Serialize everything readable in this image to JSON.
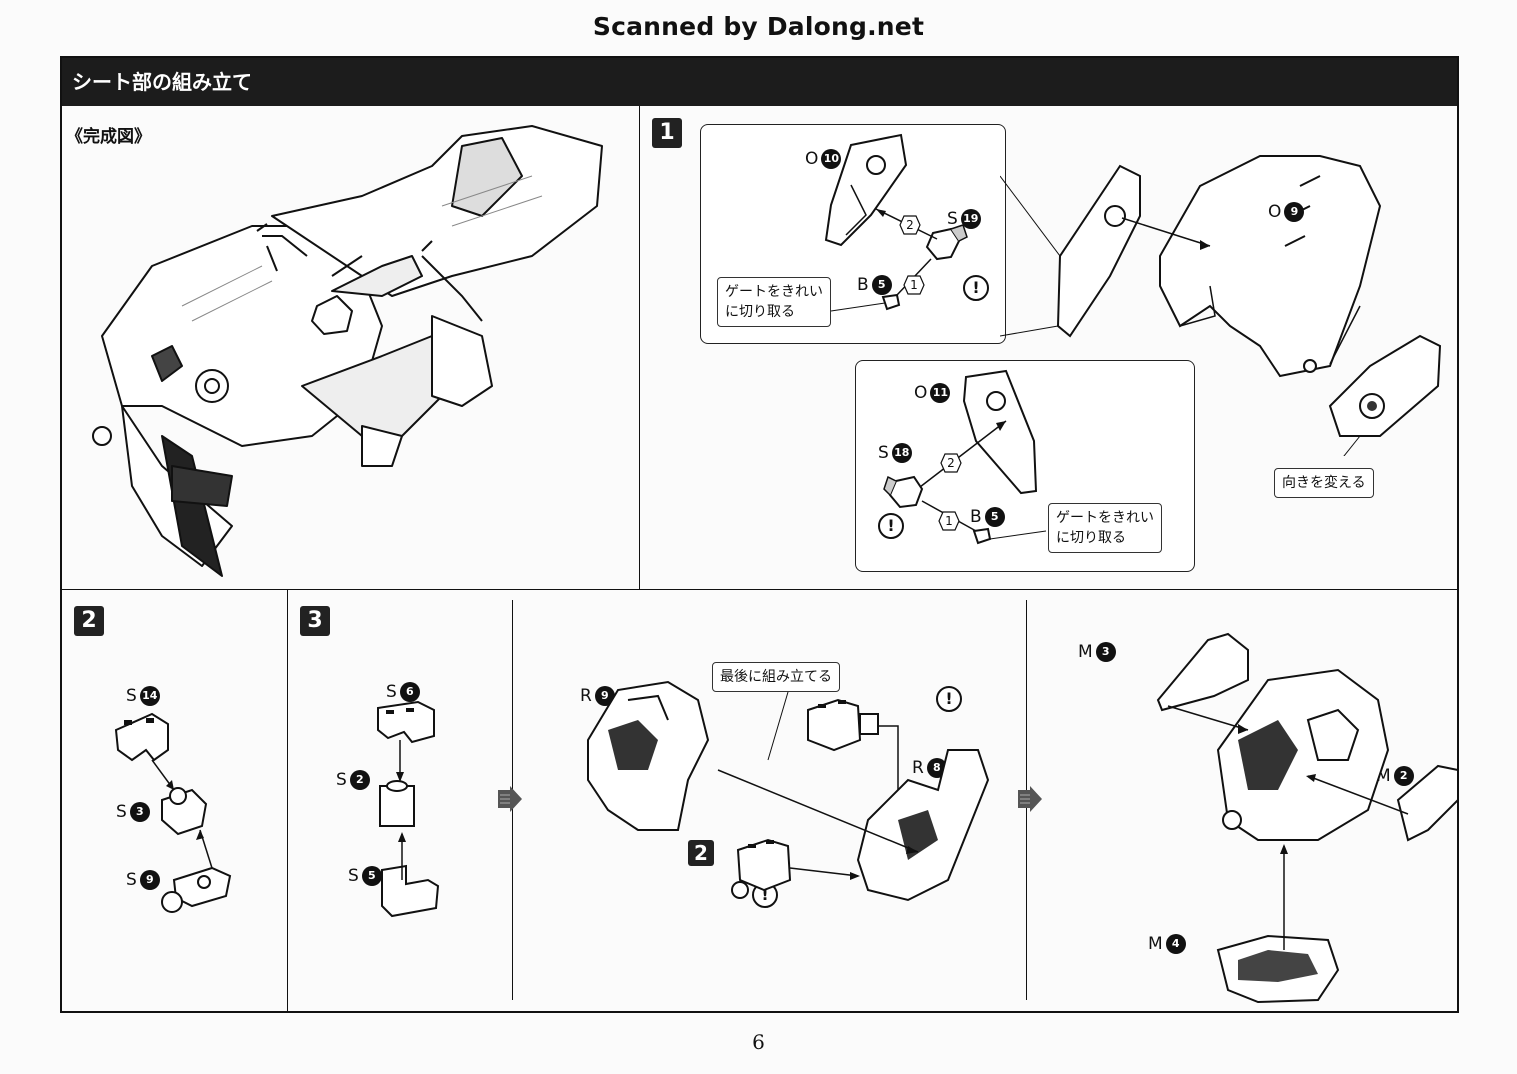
{
  "scan_credit": "Scanned by Dalong.net",
  "section_title": "シート部の組み立て",
  "completed_label": "《完成図》",
  "steps": {
    "s1": "1",
    "s2": "2",
    "s3": "3"
  },
  "step1": {
    "box_a": {
      "part_o10": {
        "letter": "O",
        "num": "10"
      },
      "part_s19": {
        "letter": "S",
        "num": "19"
      },
      "part_b5": {
        "letter": "B",
        "num": "5"
      },
      "order1": "1",
      "order2": "2",
      "gate_note_line1": "ゲートをきれい",
      "gate_note_line2": "に切り取る"
    },
    "part_o9": {
      "letter": "O",
      "num": "9"
    },
    "box_b": {
      "part_o11": {
        "letter": "O",
        "num": "11"
      },
      "part_s18": {
        "letter": "S",
        "num": "18"
      },
      "part_b5": {
        "letter": "B",
        "num": "5"
      },
      "order1": "1",
      "order2": "2",
      "gate_note_line1": "ゲートをきれい",
      "gate_note_line2": "に切り取る"
    },
    "direction_note": "向きを変える"
  },
  "step2": {
    "part_s14": {
      "letter": "S",
      "num": "14"
    },
    "part_s3": {
      "letter": "S",
      "num": "3"
    },
    "part_s9": {
      "letter": "S",
      "num": "9"
    }
  },
  "step3": {
    "part_s6": {
      "letter": "S",
      "num": "6"
    },
    "part_s2": {
      "letter": "S",
      "num": "2"
    },
    "part_s5": {
      "letter": "S",
      "num": "5"
    },
    "part_r9": {
      "letter": "R",
      "num": "9"
    },
    "part_r8": {
      "letter": "R",
      "num": "8"
    },
    "last_note": "最後に組み立てる",
    "ref_step": "2",
    "part_m3": {
      "letter": "M",
      "num": "3"
    },
    "part_m2": {
      "letter": "M",
      "num": "2"
    },
    "part_m4": {
      "letter": "M",
      "num": "4"
    }
  },
  "warning_mark": "!",
  "page_number": "6"
}
